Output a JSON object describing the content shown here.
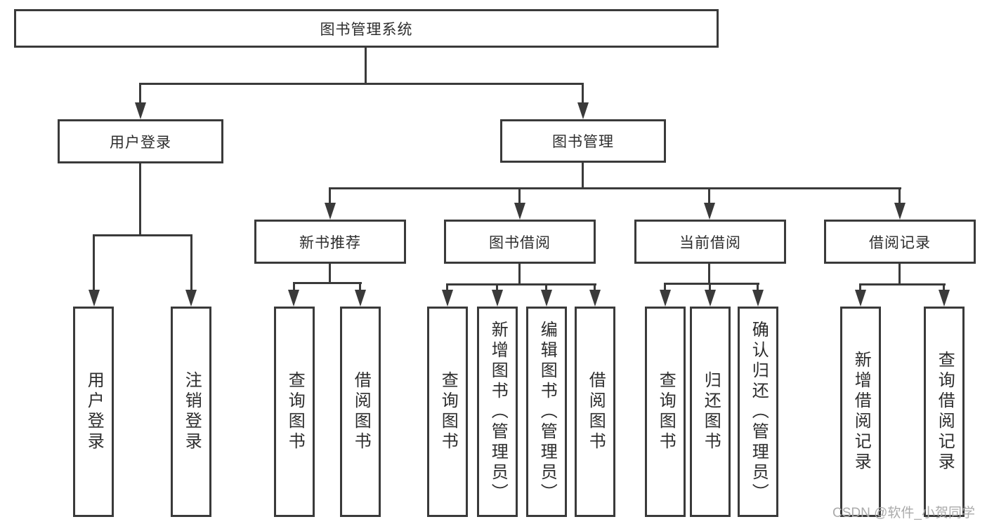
{
  "diagram": {
    "root": "图书管理系统",
    "branches": [
      {
        "label": "用户登录",
        "children": [
          "用户登录",
          "注销登录"
        ]
      },
      {
        "label": "图书管理",
        "groups": [
          {
            "label": "新书推荐",
            "children": [
              "查询图书",
              "借阅图书"
            ]
          },
          {
            "label": "图书借阅",
            "children": [
              "查询图书",
              "新增图书（管理员）",
              "编辑图书（管理员）",
              "借阅图书"
            ]
          },
          {
            "label": "当前借阅",
            "children": [
              "查询图书",
              "归还图书",
              "确认归还（管理员）"
            ]
          },
          {
            "label": "借阅记录",
            "children": [
              "新增借阅记录",
              "查询借阅记录"
            ]
          }
        ]
      }
    ]
  },
  "watermark": "CSDN @软件_小贺同学",
  "colors": {
    "line": "#3a3a3a",
    "text": "#2d2d2d",
    "watermark": "#ababab",
    "background": "#ffffff"
  }
}
